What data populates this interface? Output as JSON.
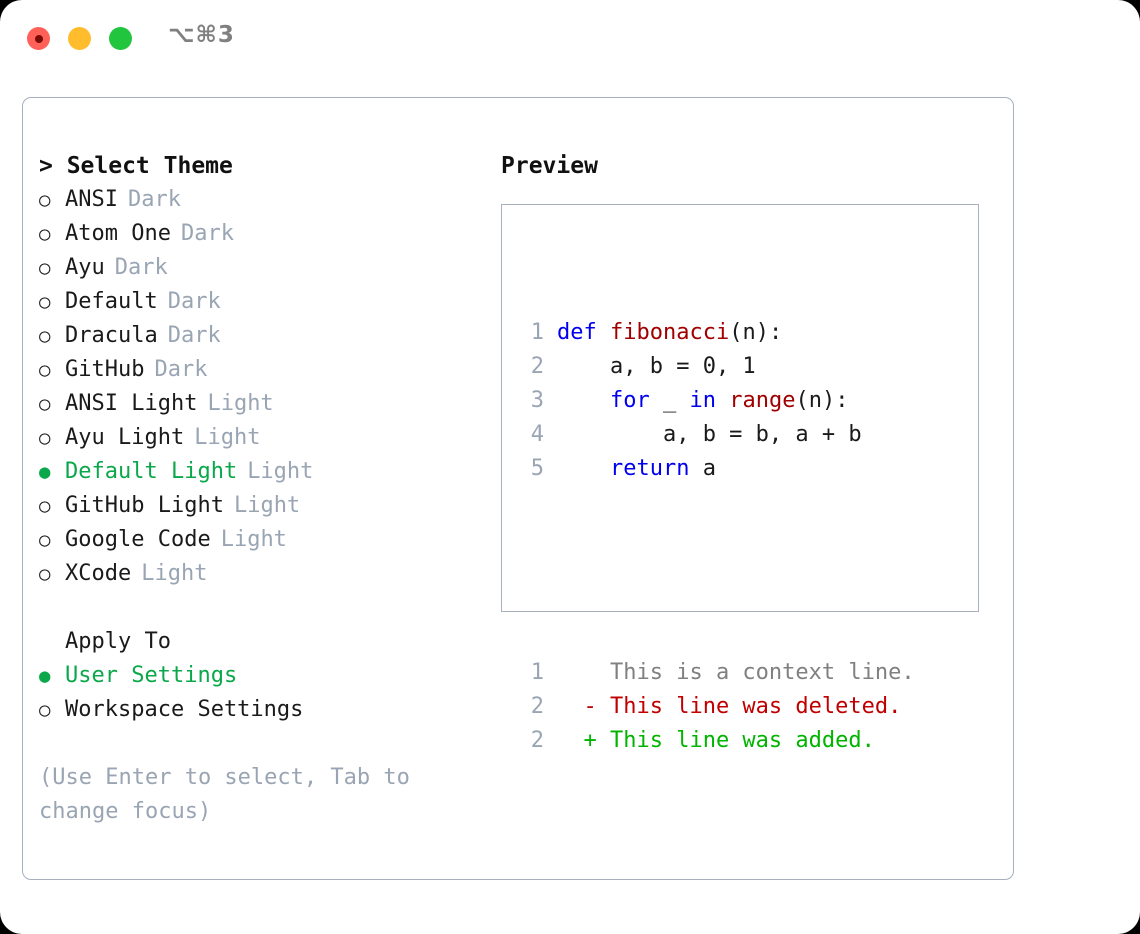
{
  "titlebar": {
    "shortcut": "⌥⌘3",
    "lights": [
      {
        "name": "close",
        "color": "#ff6159"
      },
      {
        "name": "minimize",
        "color": "#ffbd2e"
      },
      {
        "name": "maximize",
        "color": "#22c53e"
      }
    ]
  },
  "theme_selector": {
    "heading": "> Select Theme",
    "marker_selected": "●",
    "marker_unselected": "○",
    "items": [
      {
        "label": "ANSI",
        "tag": "Dark",
        "selected": false
      },
      {
        "label": "Atom One",
        "tag": "Dark",
        "selected": false
      },
      {
        "label": "Ayu",
        "tag": "Dark",
        "selected": false
      },
      {
        "label": "Default",
        "tag": "Dark",
        "selected": false
      },
      {
        "label": "Dracula",
        "tag": "Dark",
        "selected": false
      },
      {
        "label": "GitHub",
        "tag": "Dark",
        "selected": false
      },
      {
        "label": "ANSI Light",
        "tag": "Light",
        "selected": false
      },
      {
        "label": "Ayu Light",
        "tag": "Light",
        "selected": false
      },
      {
        "label": "Default Light",
        "tag": "Light",
        "selected": true
      },
      {
        "label": "GitHub Light",
        "tag": "Light",
        "selected": false
      },
      {
        "label": "Google Code",
        "tag": "Light",
        "selected": false
      },
      {
        "label": "XCode",
        "tag": "Light",
        "selected": false
      }
    ]
  },
  "apply_to": {
    "heading": "Apply To",
    "items": [
      {
        "label": "User Settings",
        "selected": true
      },
      {
        "label": "Workspace Settings",
        "selected": false
      }
    ]
  },
  "hint": "(Use Enter to select, Tab to change focus)",
  "preview": {
    "heading": "Preview",
    "code_lines": [
      {
        "num": "1",
        "tokens": [
          {
            "text": "def ",
            "style": "kw"
          },
          {
            "text": "fibonacci",
            "style": "fn"
          },
          {
            "text": "(n):",
            "style": "plain"
          }
        ]
      },
      {
        "num": "2",
        "tokens": [
          {
            "text": "    a, b = 0, 1",
            "style": "plain"
          }
        ]
      },
      {
        "num": "3",
        "tokens": [
          {
            "text": "    ",
            "style": "plain"
          },
          {
            "text": "for",
            "style": "kw"
          },
          {
            "text": " _ ",
            "style": "plain"
          },
          {
            "text": "in",
            "style": "kw"
          },
          {
            "text": " ",
            "style": "plain"
          },
          {
            "text": "range",
            "style": "fn"
          },
          {
            "text": "(n):",
            "style": "plain"
          }
        ]
      },
      {
        "num": "4",
        "tokens": [
          {
            "text": "        a, b = b, a + b",
            "style": "plain"
          }
        ]
      },
      {
        "num": "5",
        "tokens": [
          {
            "text": "    ",
            "style": "plain"
          },
          {
            "text": "return",
            "style": "kw"
          },
          {
            "text": " a",
            "style": "plain"
          }
        ]
      }
    ],
    "diff_lines": [
      {
        "num": "1",
        "sign": " ",
        "text": "This is a context line.",
        "kind": "context"
      },
      {
        "num": "2",
        "sign": "-",
        "text": "This line was deleted.",
        "kind": "deleted"
      },
      {
        "num": "2",
        "sign": "+",
        "text": "This line was added.",
        "kind": "added"
      }
    ]
  },
  "colors": {
    "accent_green": "#0aa84a",
    "muted": "#9aa5b4",
    "border": "#a6b0bf",
    "keyword": "#0000ee",
    "function": "#a00000",
    "diff_add": "#00b400",
    "diff_del": "#c00000",
    "diff_ctx": "#808080"
  }
}
